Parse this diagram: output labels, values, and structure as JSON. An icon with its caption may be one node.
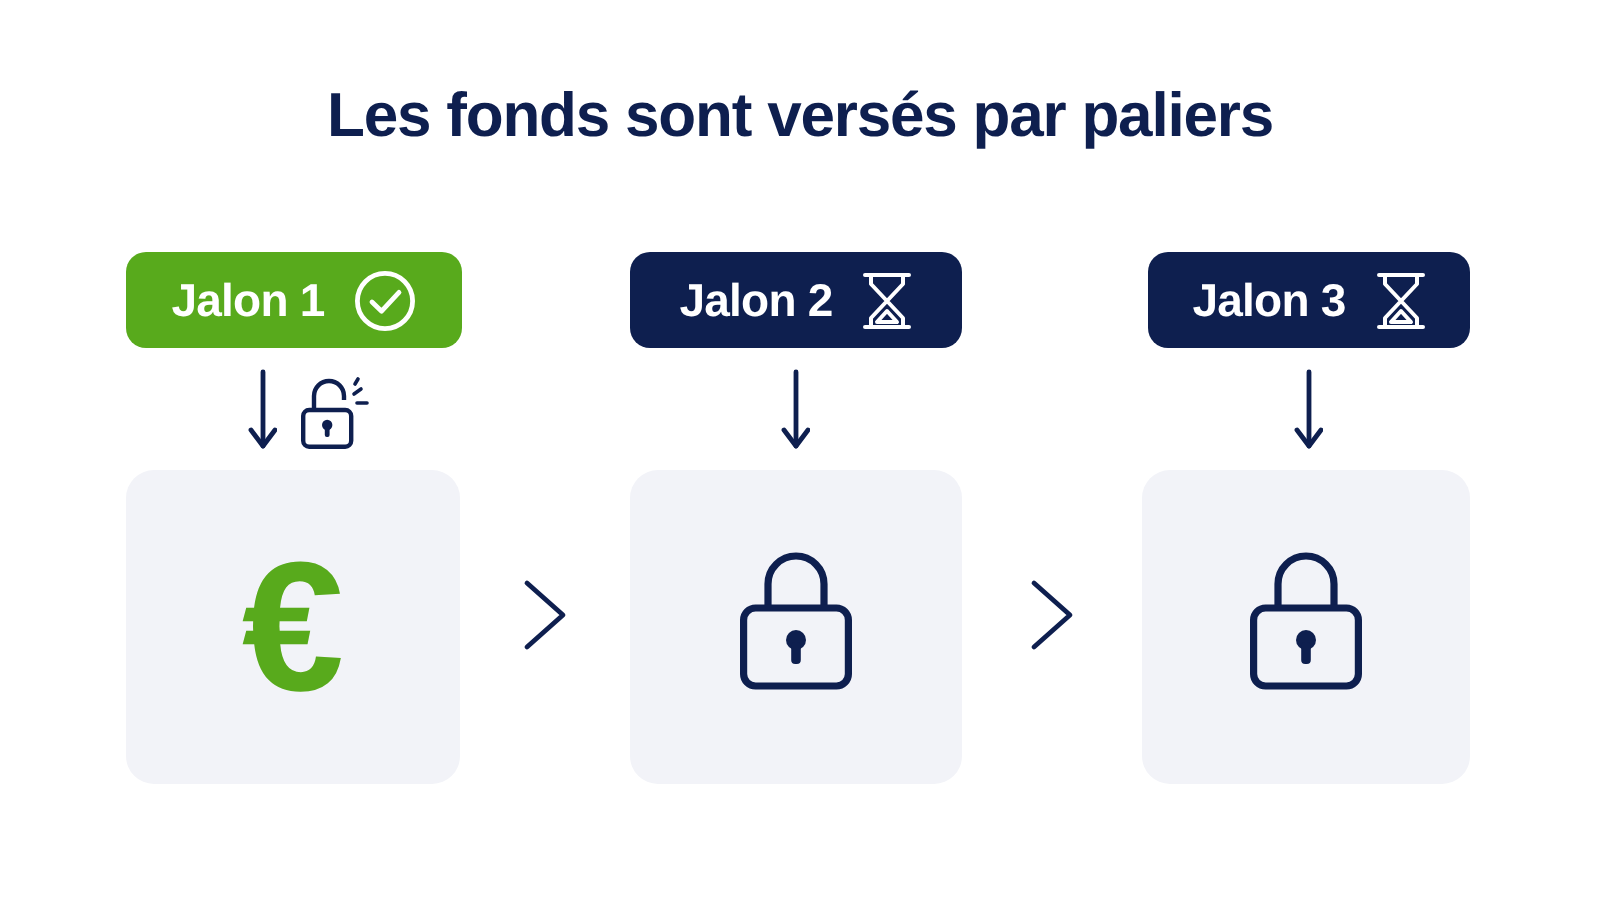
{
  "diagram": {
    "title": "Les fonds sont versés par paliers",
    "nodes": [
      {
        "text": [
          "Jalon 1"
        ]
      },
      {
        "text": [
          "Jalon 2"
        ]
      },
      {
        "text": [
          "Jalon 3"
        ]
      },
      {
        "text": [
          "€"
        ]
      },
      {
        "text": [],
        "shape": "box"
      },
      {
        "text": [],
        "shape": "box"
      }
    ],
    "edges": [
      {
        "from": 0,
        "to": 3,
        "arrow": "to"
      },
      {
        "from": 1,
        "to": 4,
        "arrow": "to"
      },
      {
        "from": 2,
        "to": 5,
        "arrow": "to"
      },
      {
        "from": 3,
        "to": 4,
        "arrow": "to"
      },
      {
        "from": 4,
        "to": 5,
        "arrow": "to"
      }
    ]
  }
}
